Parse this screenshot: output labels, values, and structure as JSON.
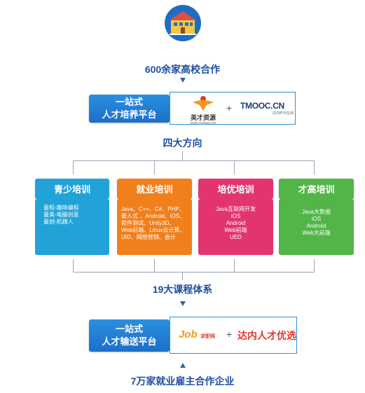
{
  "top": {
    "caption": "600余家高校合作",
    "icon": "school-building-icon"
  },
  "platform1": {
    "title_line1": "一站式",
    "title_line2": "人才培养平台",
    "brand1_text": "英才资源",
    "brand1_sub": "www.yclvjiao.org",
    "plus": "+",
    "brand2_text": "TMOOC.CN",
    "brand2_sub": "达内时代在线"
  },
  "directions_caption": "四大方向",
  "columns": [
    {
      "title": "青少培训",
      "color": "#22a3d8",
      "items": [
        "童程-趣味编程",
        "童美-电脑创意",
        "童创-机器人"
      ]
    },
    {
      "title": "就业培训",
      "color": "#f07f1c",
      "items": [
        "Java、C++、C#、PHP、",
        "嵌入式 、Android、iOS、",
        "软件测试、Unity3D、",
        "Web前端、Linux云计算、",
        "UID、网络营销、会计"
      ]
    },
    {
      "title": "培优培训",
      "color": "#e2356e",
      "items": [
        "Java互联网开发",
        "iOS",
        "Android",
        "Web前端",
        "UED"
      ]
    },
    {
      "title": "才高培训",
      "color": "#52b548",
      "items": [
        "Java大数据",
        "iOS",
        "Android",
        "Web大前端"
      ]
    }
  ],
  "curriculum_caption": "19大课程体系",
  "platform2": {
    "title_line1": "一站式",
    "title_line2": "人才输送平台",
    "brand1_text": "Job",
    "brand1_cn": "求职网",
    "plus": "+",
    "brand2_text": "达内人才优选"
  },
  "bottom_caption": "7万家就业雇主合作企业",
  "colors": {
    "caption_blue": "#1f4fa3",
    "button_blue": "#1c6fc9",
    "brand_red": "#e8372b"
  }
}
